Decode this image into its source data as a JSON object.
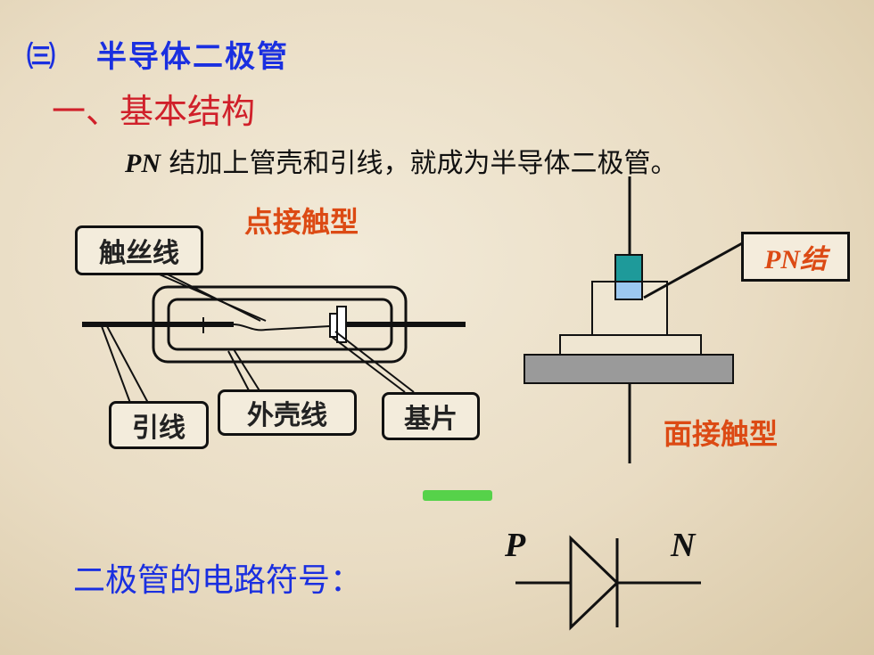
{
  "section": {
    "marker": "㈢",
    "title": "半导体二极管"
  },
  "heading": "一、基本结构",
  "description": {
    "pn": "PN",
    "text": "结加上管壳和引线，就成为半导体二极管。"
  },
  "point_contact": {
    "title": "点接触型",
    "labels": {
      "whisker": "触丝线",
      "lead": "引线",
      "shell": "外壳线",
      "base": "基片"
    }
  },
  "surface_contact": {
    "title": "面接触型",
    "junction_label": "PN结"
  },
  "symbol": {
    "label": "二极管的电路符号：",
    "p": "P",
    "n": "N"
  },
  "colors": {
    "title_blue": "#1a2fe0",
    "heading_red": "#d0202a",
    "label_orange": "#dc4a14",
    "junction_teal": "#1e9a9a",
    "junction_light": "#9cc8f0"
  }
}
